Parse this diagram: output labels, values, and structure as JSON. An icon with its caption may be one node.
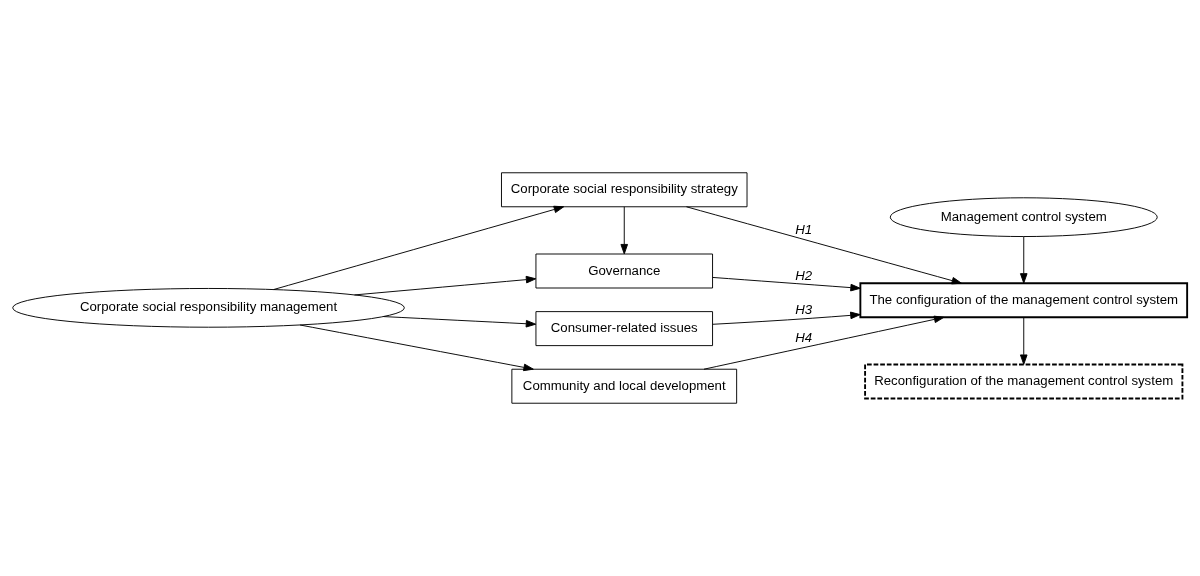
{
  "diagram": {
    "nodes": [
      {
        "text": [
          "Corporate social responsibility management"
        ]
      },
      {
        "text": [
          "Corporate social responsibility strategy"
        ]
      },
      {
        "text": [
          "Governance"
        ]
      },
      {
        "text": [
          "Consumer-related issues"
        ]
      },
      {
        "text": [
          "Community and local development"
        ]
      },
      {
        "text": [
          "Management control system"
        ]
      },
      {
        "text": [
          "The configuration of the management control system"
        ]
      },
      {
        "text": [
          "Reconfiguration of the management control system"
        ]
      }
    ],
    "edges": [
      {
        "from": 0,
        "to": 1,
        "arrow": "to"
      },
      {
        "from": 0,
        "to": 2,
        "arrow": "to"
      },
      {
        "from": 0,
        "to": 3,
        "arrow": "to"
      },
      {
        "from": 0,
        "to": 4,
        "arrow": "to"
      },
      {
        "from": 1,
        "to": 2,
        "arrow": "to"
      },
      {
        "from": 1,
        "to": 6,
        "arrow": "to",
        "label": "H1"
      },
      {
        "from": 2,
        "to": 6,
        "arrow": "to",
        "label": "H2"
      },
      {
        "from": 3,
        "to": 6,
        "arrow": "to",
        "label": "H3"
      },
      {
        "from": 4,
        "to": 6,
        "arrow": "to",
        "label": "H4"
      },
      {
        "from": 5,
        "to": 6,
        "arrow": "to"
      },
      {
        "from": 6,
        "to": 7,
        "arrow": "to"
      }
    ]
  }
}
